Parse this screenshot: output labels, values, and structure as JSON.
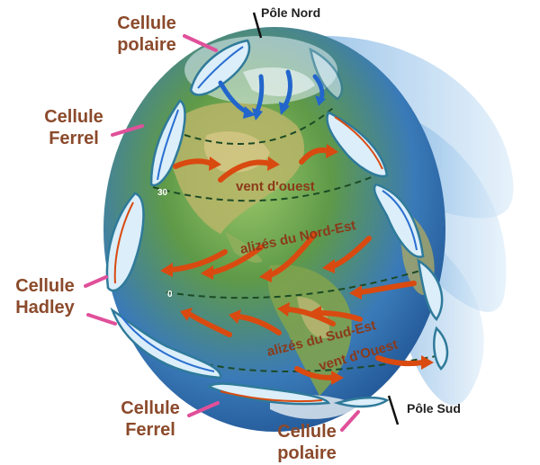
{
  "labels": {
    "north_pole": "Pôle Nord",
    "south_pole": "Pôle Sud",
    "polar_cell_top_line1": "Cellule",
    "polar_cell_top_line2": "polaire",
    "ferrel_cell_top_line1": "Cellule",
    "ferrel_cell_top_line2": "Ferrel",
    "hadley_cell_line1": "Cellule",
    "hadley_cell_line2": "Hadley",
    "ferrel_cell_bottom_line1": "Cellule",
    "ferrel_cell_bottom_line2": "Ferrel",
    "polar_cell_bottom_line1": "Cellule",
    "polar_cell_bottom_line2": "polaire"
  },
  "winds": {
    "westerlies_north": "vent d'ouest",
    "trades_northeast": "alizés du Nord-Est",
    "trades_southeast": "alizés du Sud-Est",
    "westerlies_south": "vent d'Ouest"
  },
  "latitudes": {
    "lat_30": "30",
    "lat_0": "0"
  },
  "colors": {
    "label_brown": "#8b4a2b",
    "pointer_pink": "#e0509a",
    "arrow_orange": "#d94a10",
    "ocean_blue": "#3f86c8",
    "land_green": "#6f9a4a",
    "cell_fill": "#dbeefa",
    "cell_stroke": "#2f7a9a"
  }
}
